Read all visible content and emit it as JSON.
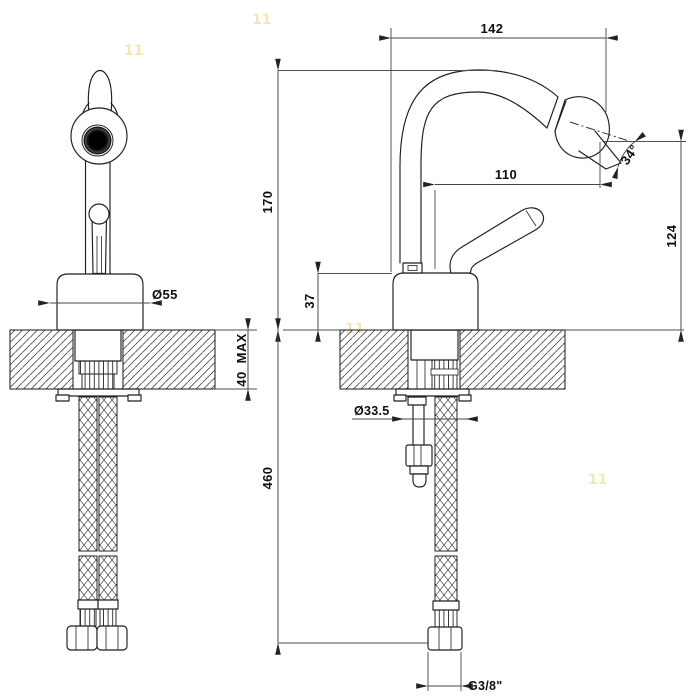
{
  "colors": {
    "background": "#ffffff",
    "object_line": "#1e1e1e",
    "dimension_line": "#4f4f4f",
    "text": "#0f0f0f",
    "watermark": "#efe7ad"
  },
  "dims": {
    "d142": "142",
    "d110": "110",
    "d34": "34°",
    "d170": "170",
    "d124": "124",
    "d37": "37",
    "d55": "Ø55",
    "d40": "40  MAX",
    "d335": "Ø33.5",
    "d460": "460",
    "g38": "G3/8\""
  },
  "watermark": {
    "glyph": "11"
  }
}
